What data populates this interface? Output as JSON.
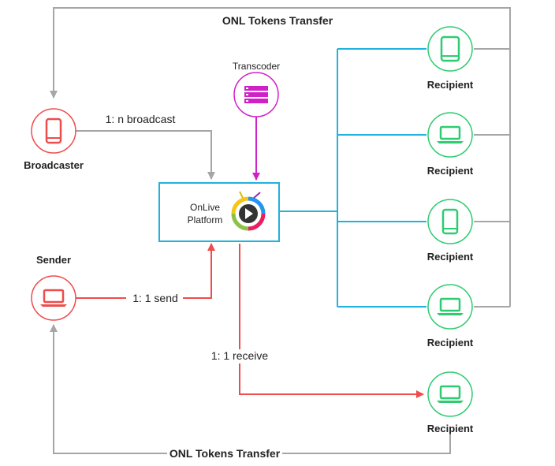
{
  "colors": {
    "gray": "#a6a6a6",
    "blue": "#1fb2dc",
    "red": "#ef4c4c",
    "magenta": "#d020c8",
    "green": "#2ecc71",
    "text": "#222222"
  },
  "labels": {
    "top_transfer": "ONL Tokens Transfer",
    "bottom_transfer": "ONL Tokens Transfer",
    "broadcast": "1: n broadcast",
    "send": "1: 1 send",
    "receive": "1: 1 receive"
  },
  "nodes": {
    "broadcaster": {
      "label": "Broadcaster",
      "icon": "phone-icon"
    },
    "sender": {
      "label": "Sender",
      "icon": "laptop-icon"
    },
    "transcoder": {
      "label": "Transcoder",
      "icon": "server-stack-icon"
    },
    "platform": {
      "line1": "OnLive",
      "line2": "Platform",
      "icon": "onlive-play-logo"
    },
    "recipients": [
      {
        "label": "Recipient",
        "icon": "tablet-icon"
      },
      {
        "label": "Recipient",
        "icon": "laptop-icon"
      },
      {
        "label": "Recipient",
        "icon": "phone-icon"
      },
      {
        "label": "Recipient",
        "icon": "laptop-icon"
      },
      {
        "label": "Recipient",
        "icon": "laptop-icon"
      }
    ]
  }
}
